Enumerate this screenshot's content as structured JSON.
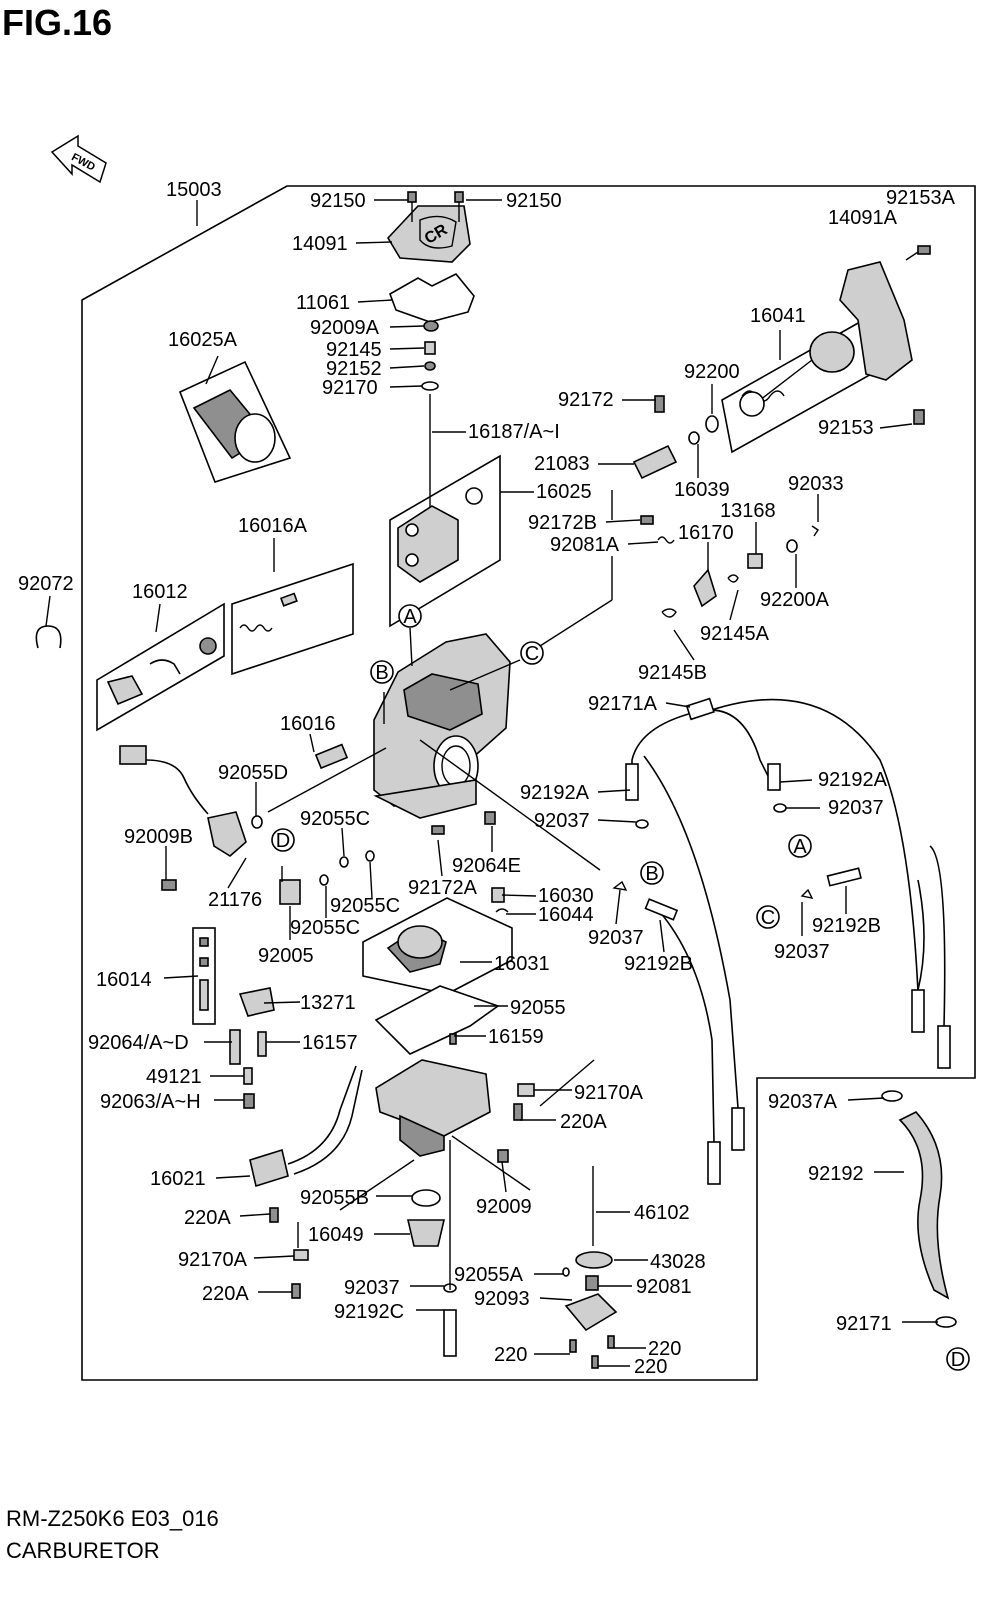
{
  "figure": {
    "title": "FIG.16",
    "fwd_label": "FWD",
    "model": "RM-Z250K6 E03_016",
    "name": "CARBURETOR"
  },
  "callouts": {
    "A": "A",
    "B": "B",
    "C": "C",
    "D": "D"
  },
  "parts": {
    "p15003": "15003",
    "p92150_l": "92150",
    "p92150_r": "92150",
    "p92153A": "92153A",
    "p14091A": "14091A",
    "p14091": "14091",
    "p11061": "11061",
    "p92009A": "92009A",
    "p92145": "92145",
    "p92152": "92152",
    "p92170": "92170",
    "p16025A": "16025A",
    "p16041": "16041",
    "p92200": "92200",
    "p92172": "92172",
    "p92153": "92153",
    "p16187": "16187/A~I",
    "p21083": "21083",
    "p16039": "16039",
    "p16025": "16025",
    "p92033": "92033",
    "p92172B": "92172B",
    "p13168": "13168",
    "p16170": "16170",
    "p92081A": "92081A",
    "p92200A": "92200A",
    "p16016A": "16016A",
    "p92072": "92072",
    "p16012": "16012",
    "p92145A": "92145A",
    "p92145B": "92145B",
    "p92171A": "92171A",
    "p16016": "16016",
    "p92055D": "92055D",
    "p92192A_l": "92192A",
    "p92192A_r": "92192A",
    "p92037_mid": "92037",
    "p92037_r": "92037",
    "p92055C_a": "92055C",
    "p92009B": "92009B",
    "p92064E": "92064E",
    "p92172A": "92172A",
    "p16030": "16030",
    "p21176": "21176",
    "p92055C_b": "92055C",
    "p16044": "16044",
    "p92055C_c": "92055C",
    "p92037_c": "92037",
    "p92192B_r": "92192B",
    "p92037_b": "92037",
    "p92005": "92005",
    "p16031": "16031",
    "p92192B_l": "92192B",
    "p16014": "16014",
    "p13271": "13271",
    "p92055": "92055",
    "p16159": "16159",
    "p92064AD": "92064/A~D",
    "p16157": "16157",
    "p49121": "49121",
    "p92170A_top": "92170A",
    "p92063AH": "92063/A~H",
    "p92037A": "92037A",
    "p220A_top": "220A",
    "p16021": "16021",
    "p92192": "92192",
    "p92055B": "92055B",
    "p92009": "92009",
    "p220A_mid": "220A",
    "p46102": "46102",
    "p16049": "16049",
    "p92170A_bot": "92170A",
    "p43028": "43028",
    "p92055A": "92055A",
    "p92037_bot": "92037",
    "p92081": "92081",
    "p220A_bot": "220A",
    "p92093": "92093",
    "p92192C": "92192C",
    "p92171": "92171",
    "p220_a": "220",
    "p220_b": "220",
    "p220_c": "220"
  },
  "colors": {
    "line": "#000000",
    "part_fill": "#cfcfcf",
    "part_dark": "#8f8f8f",
    "background": "#ffffff"
  }
}
